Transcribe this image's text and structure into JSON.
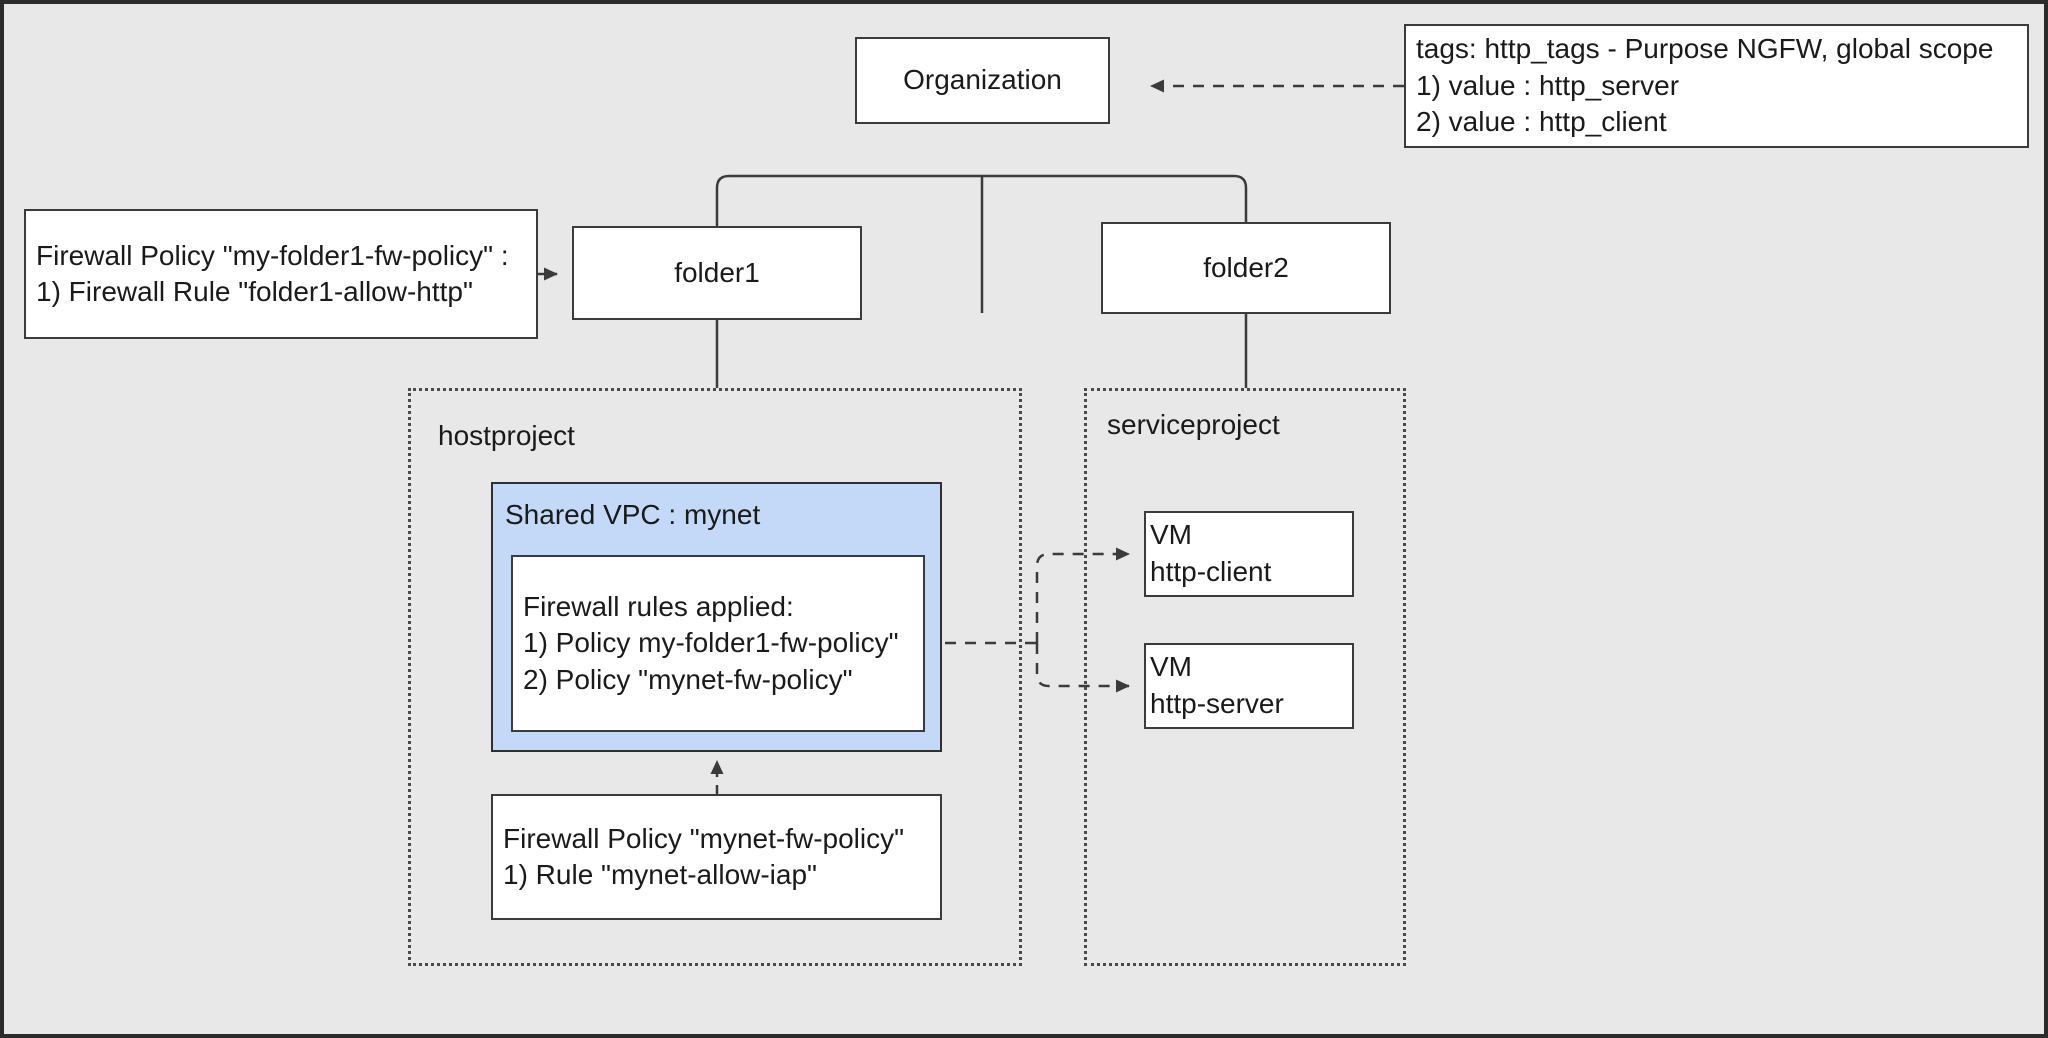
{
  "diagram": {
    "title": "GCP Hierarchical Firewall Policy Diagram",
    "background_color": "#e8e8e8",
    "vpc_fill_color": "#c3d9f7",
    "border_color": "#3b3b3b"
  },
  "nodes": {
    "organization": {
      "label": "Organization"
    },
    "folder1": {
      "label": "folder1"
    },
    "folder2": {
      "label": "folder2"
    },
    "tags_note": {
      "line1": "tags: http_tags - Purpose NGFW, global scope",
      "line2": "1) value : http_server",
      "line3": "2) value : http_client"
    },
    "folder1_policy": {
      "line1": "Firewall Policy \"my-folder1-fw-policy\" :",
      "line2": "1) Firewall Rule \"folder1-allow-http\""
    },
    "hostproject": {
      "label": "hostproject"
    },
    "serviceproject": {
      "label": "serviceproject"
    },
    "shared_vpc": {
      "label": "Shared VPC : mynet"
    },
    "applied_rules": {
      "line1": "Firewall rules applied:",
      "line2": "1) Policy my-folder1-fw-policy\"",
      "line3": "2) Policy \"mynet-fw-policy\""
    },
    "mynet_policy": {
      "line1": "Firewall Policy \"mynet-fw-policy\"",
      "line2": "1) Rule \"mynet-allow-iap\""
    },
    "vm_http_client": {
      "line1": "VM",
      "line2": "http-client"
    },
    "vm_http_server": {
      "line1": "VM",
      "line2": "http-server"
    }
  },
  "edges": [
    {
      "name": "org-to-folder1",
      "style": "solid"
    },
    {
      "name": "org-to-folder2",
      "style": "solid"
    },
    {
      "name": "folder1-to-hostproject",
      "style": "solid"
    },
    {
      "name": "folder2-to-serviceproject",
      "style": "solid"
    },
    {
      "name": "tags-note-to-organization",
      "style": "dashed",
      "arrow": "left"
    },
    {
      "name": "folder1-policy-to-folder1",
      "style": "dashed",
      "arrow": "right"
    },
    {
      "name": "mynet-policy-to-shared-vpc",
      "style": "dashed",
      "arrow": "up"
    },
    {
      "name": "applied-rules-to-vm-http-client",
      "style": "dashed",
      "arrow": "right"
    },
    {
      "name": "applied-rules-to-vm-http-server",
      "style": "dashed",
      "arrow": "right"
    }
  ]
}
